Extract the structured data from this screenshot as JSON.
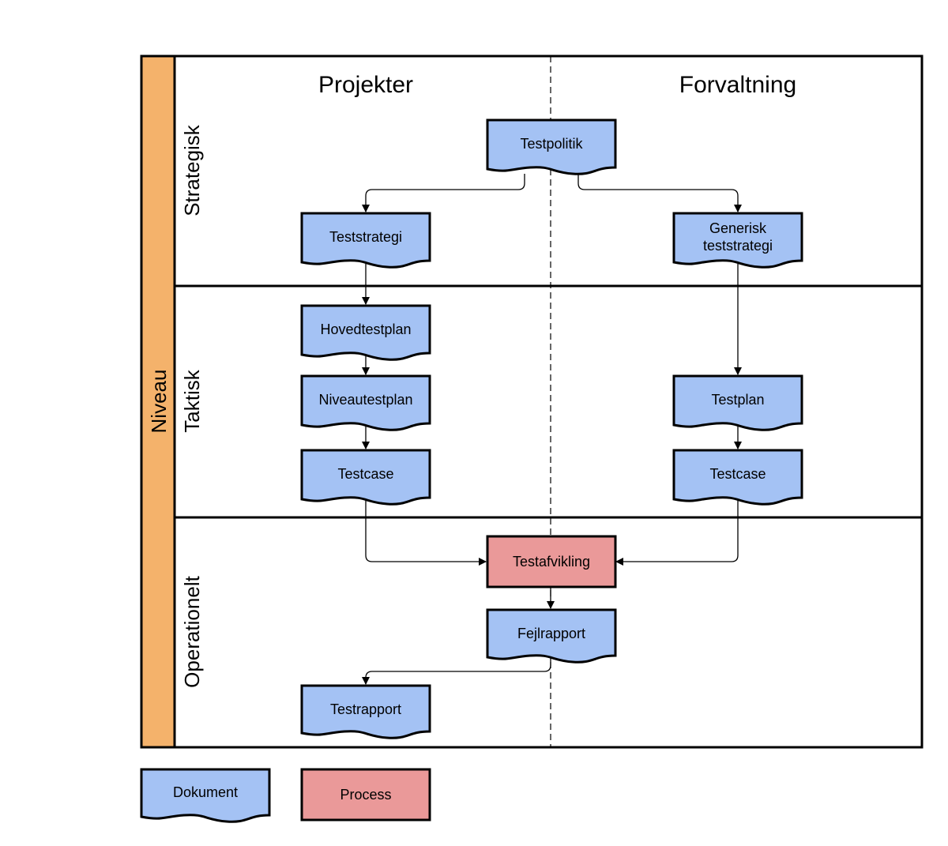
{
  "axis_label": "Niveau",
  "columns": [
    "Projekter",
    "Forvaltning"
  ],
  "lanes": [
    "Strategisk",
    "Taktisk",
    "Operationelt"
  ],
  "nodes": {
    "testpolitik": "Testpolitik",
    "teststrategi": "Teststrategi",
    "generisk_teststrategi": [
      "Generisk",
      "teststrategi"
    ],
    "hovedtestplan": "Hovedtestplan",
    "niveautestplan": "Niveautestplan",
    "testcase_projekter": "Testcase",
    "testplan": "Testplan",
    "testcase_forvaltning": "Testcase",
    "testafvikling": "Testafvikling",
    "fejlrapport": "Fejlrapport",
    "testrapport": "Testrapport"
  },
  "legend": {
    "dokument": "Dokument",
    "process": "Process"
  },
  "colors": {
    "axis_band": "#f4b26b",
    "document_fill": "#a4c2f4",
    "process_fill": "#ea9999",
    "stroke": "#000000"
  },
  "connections": [
    [
      "testpolitik",
      "teststrategi"
    ],
    [
      "testpolitik",
      "generisk_teststrategi"
    ],
    [
      "teststrategi",
      "hovedtestplan"
    ],
    [
      "hovedtestplan",
      "niveautestplan"
    ],
    [
      "niveautestplan",
      "testcase_projekter"
    ],
    [
      "generisk_teststrategi",
      "testplan"
    ],
    [
      "testplan",
      "testcase_forvaltning"
    ],
    [
      "testcase_projekter",
      "testafvikling"
    ],
    [
      "testcase_forvaltning",
      "testafvikling"
    ],
    [
      "testafvikling",
      "fejlrapport"
    ],
    [
      "fejlrapport",
      "testrapport"
    ]
  ]
}
